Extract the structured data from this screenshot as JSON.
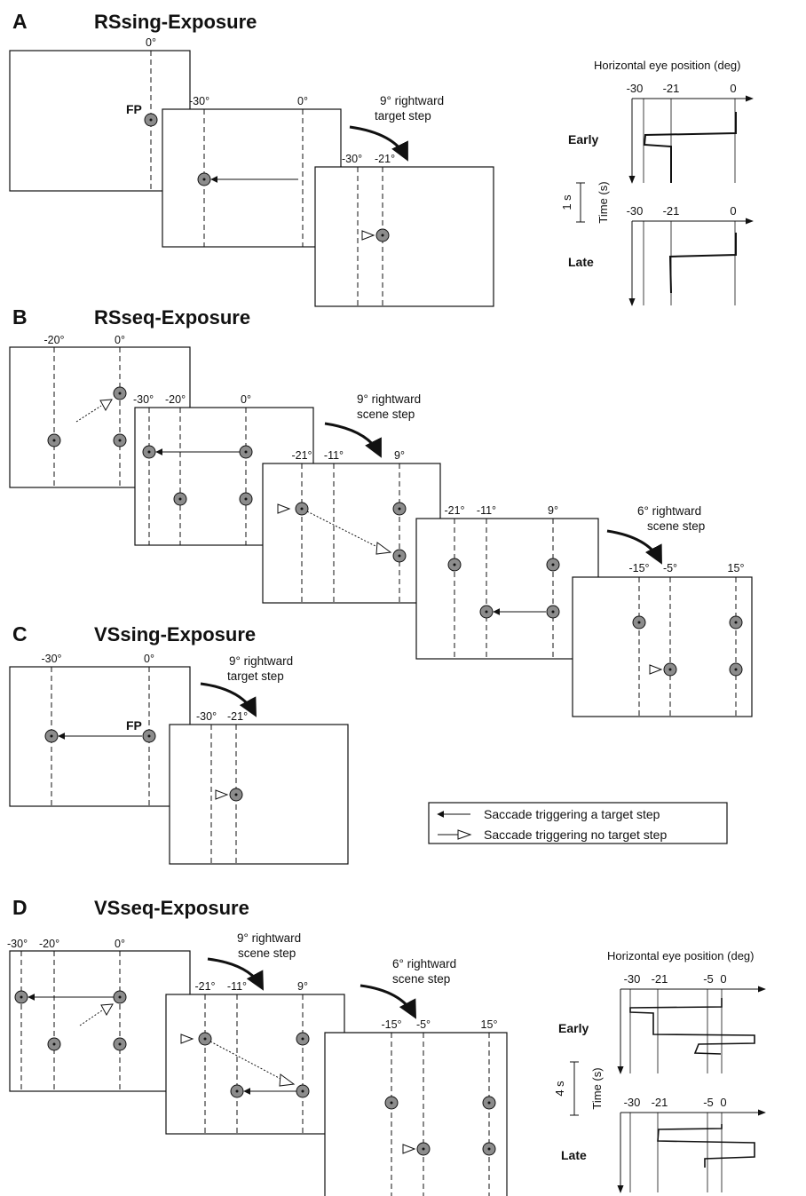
{
  "panels": {
    "A": {
      "label": "A",
      "title": "RSsing-Exposure",
      "frame1_deg": [
        "0°"
      ],
      "fp": "FP",
      "frame2_deg": [
        "-30°",
        "0°"
      ],
      "frame3_deg": [
        "-30°",
        "-21°"
      ],
      "step_text": [
        "9° rightward",
        "target step"
      ]
    },
    "B": {
      "label": "B",
      "title": "RSseq-Exposure",
      "frame1_deg": [
        "-20°",
        "0°"
      ],
      "frame2_deg": [
        "-30°",
        "-20°",
        "0°"
      ],
      "frame3_deg": [
        "-21°",
        "-11°",
        "9°"
      ],
      "frame4_deg": [
        "-21°",
        "-11°",
        "9°"
      ],
      "frame5_deg": [
        "-15°",
        "-5°",
        "15°"
      ],
      "step1_text": [
        "9° rightward",
        "scene step"
      ],
      "step2_text": [
        "6° rightward",
        "scene step"
      ]
    },
    "C": {
      "label": "C",
      "title": "VSsing-Exposure",
      "frame1_deg": [
        "-30°",
        "0°"
      ],
      "fp": "FP",
      "frame2_deg": [
        "-30°",
        "-21°"
      ],
      "step_text": [
        "9° rightward",
        "target step"
      ]
    },
    "D": {
      "label": "D",
      "title": "VSseq-Exposure",
      "frame1_deg": [
        "-30°",
        "-20°",
        "0°"
      ],
      "frame2_deg": [
        "-21°",
        "-11°",
        "9°"
      ],
      "frame3_deg": [
        "-15°",
        "-5°",
        "15°"
      ],
      "step1_text": [
        "9° rightward",
        "scene step"
      ],
      "step2_text": [
        "6° rightward",
        "scene step"
      ]
    }
  },
  "legend": {
    "filled": "Saccade triggering a target step",
    "open": "Saccade triggering no target step"
  },
  "eye_plot_A": {
    "title": "Horizontal eye position (deg)",
    "ticks": [
      "-30",
      "-21",
      "0"
    ],
    "early": "Early",
    "late": "Late",
    "scale": "1 s",
    "time_label": "Time (s)"
  },
  "eye_plot_D": {
    "title": "Horizontal eye position (deg)",
    "ticks": [
      "-30",
      "-21",
      "-5",
      "0"
    ],
    "early": "Early",
    "late": "Late",
    "scale": "4 s",
    "time_label": "Time (s)"
  },
  "colors": {
    "target_fill": "#8c8c8c",
    "line": "#1a1a1a"
  }
}
